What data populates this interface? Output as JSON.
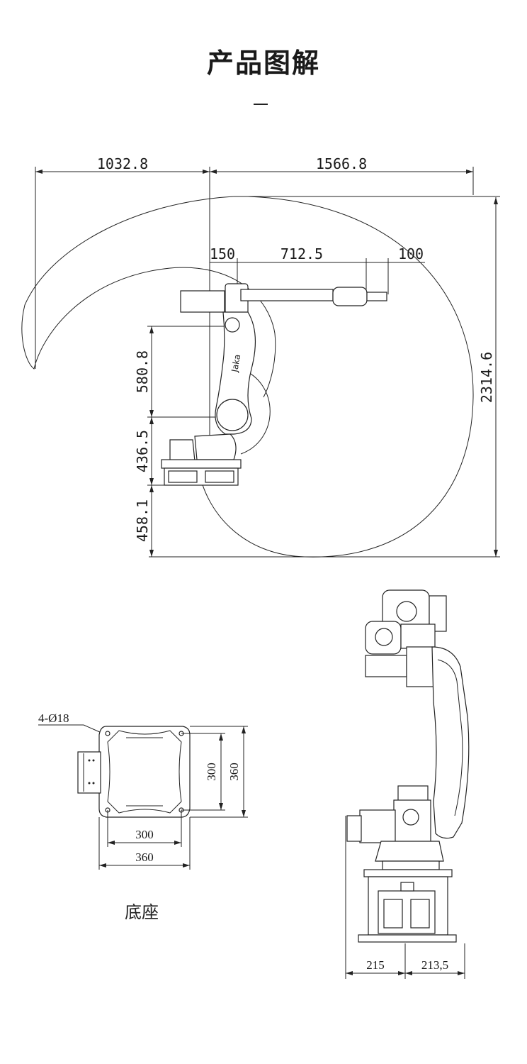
{
  "page": {
    "title": "产品图解"
  },
  "top_view": {
    "dims": {
      "reach_back": "1032.8",
      "reach_front": "1566.8",
      "offset_a": "150",
      "arm_length": "712.5",
      "wrist": "100",
      "upper_arm": "580.8",
      "shoulder_height": "436.5",
      "below_base": "458.1",
      "total_height": "2314.6"
    },
    "logo_text": "Jaka"
  },
  "base_view": {
    "hole_spec": "4-Ø18",
    "inner_v": "300",
    "outer_v": "360",
    "inner_h": "300",
    "outer_h": "360",
    "caption": "底座"
  },
  "side_view": {
    "dims": {
      "left": "215",
      "right": "213,5"
    }
  }
}
